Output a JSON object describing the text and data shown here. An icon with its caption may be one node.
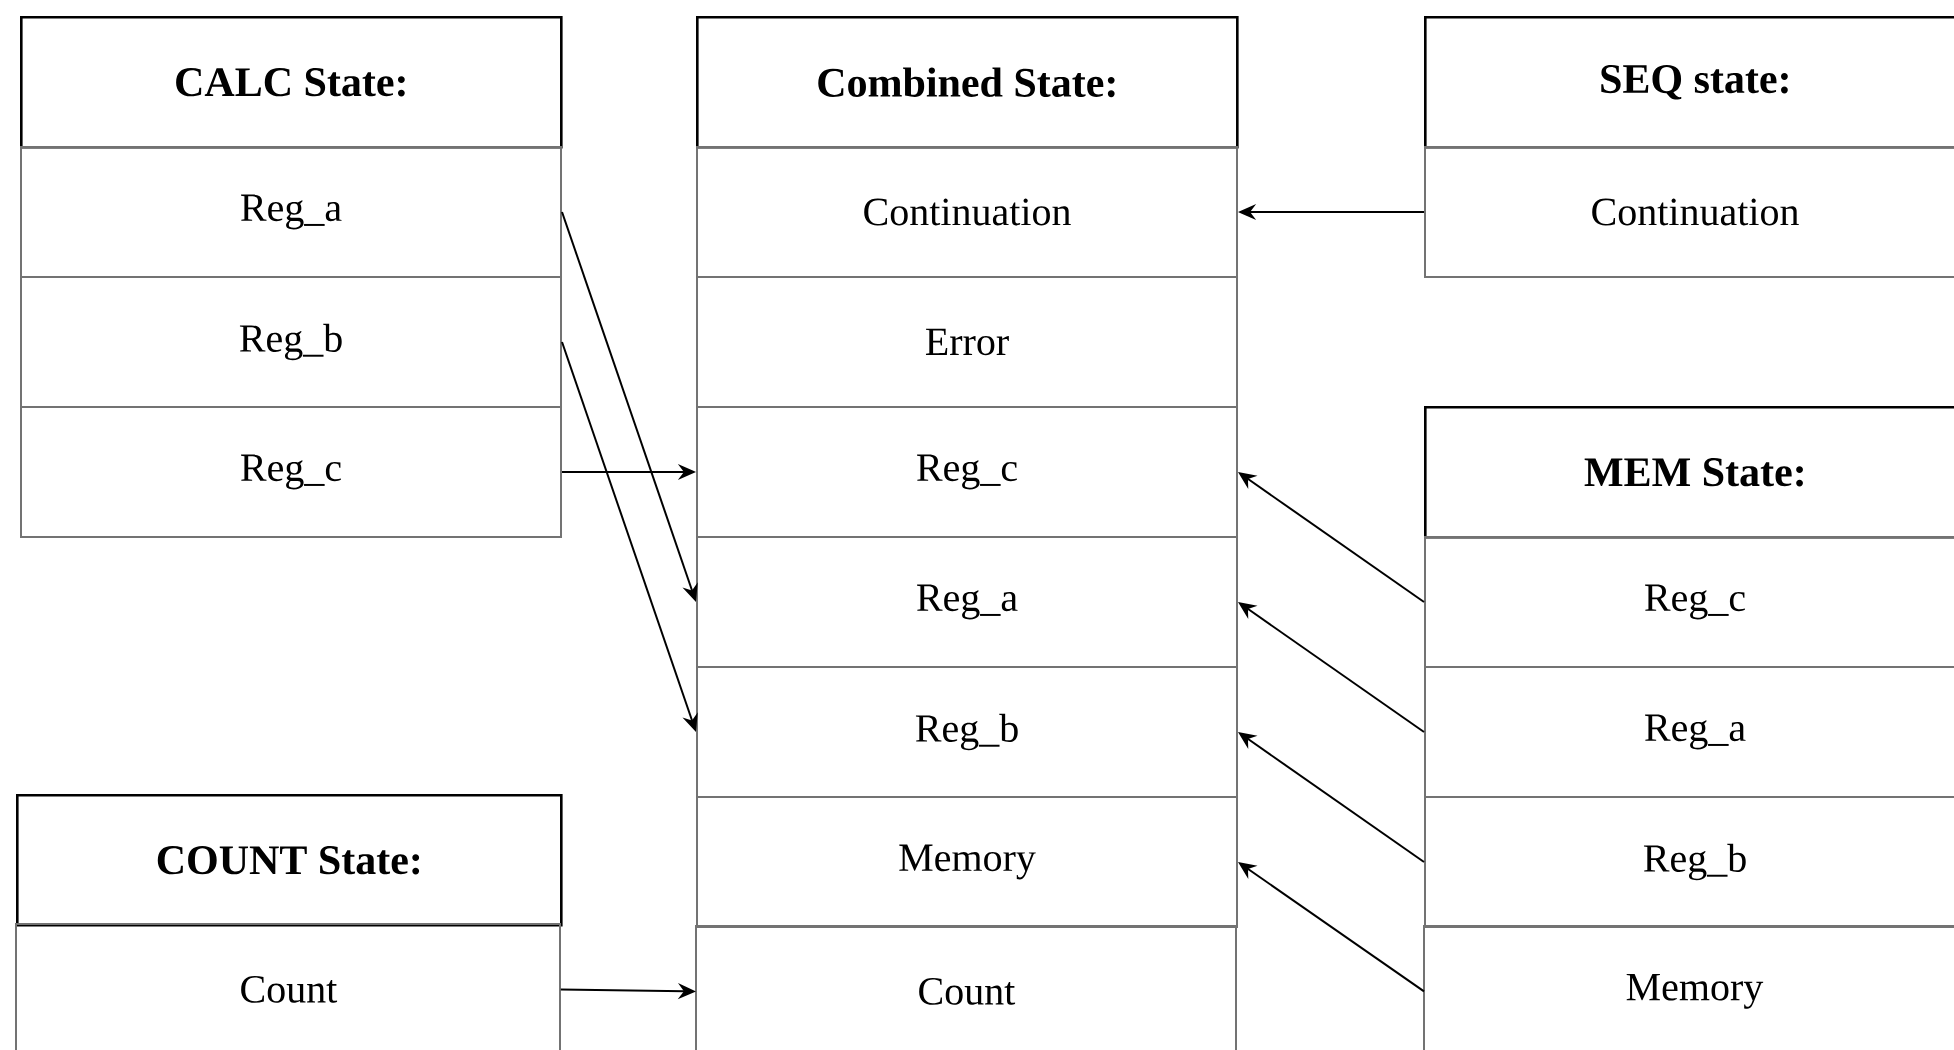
{
  "diagram": {
    "nodes": [
      {
        "text": [
          "CALC State:"
        ]
      },
      {
        "text": [
          "Reg_a"
        ]
      },
      {
        "text": [
          "Reg_b"
        ]
      },
      {
        "text": [
          "Reg_c"
        ]
      },
      {
        "text": [
          "Combined State:"
        ]
      },
      {
        "text": [
          "Continuation"
        ]
      },
      {
        "text": [
          "Error"
        ]
      },
      {
        "text": [
          "Reg_c"
        ]
      },
      {
        "text": [
          "Reg_a"
        ]
      },
      {
        "text": [
          "Reg_b"
        ]
      },
      {
        "text": [
          "Memory"
        ]
      },
      {
        "text": [
          "Count"
        ]
      },
      {
        "text": [
          "SEQ state:"
        ]
      },
      {
        "text": [
          "Continuation"
        ]
      },
      {
        "text": [
          "MEM State:"
        ]
      },
      {
        "text": [
          "Reg_c"
        ]
      },
      {
        "text": [
          "Reg_a"
        ]
      },
      {
        "text": [
          "Reg_b"
        ]
      },
      {
        "text": [
          "Memory"
        ]
      },
      {
        "text": [
          "COUNT State:"
        ]
      },
      {
        "text": [
          "Count"
        ]
      }
    ],
    "edges": [
      {
        "from": 1,
        "to": 8,
        "arrow": "to"
      },
      {
        "from": 2,
        "to": 9,
        "arrow": "to"
      },
      {
        "from": 3,
        "to": 7,
        "arrow": "to"
      },
      {
        "from": 13,
        "to": 5,
        "arrow": "to"
      },
      {
        "from": 15,
        "to": 7,
        "arrow": "to"
      },
      {
        "from": 16,
        "to": 8,
        "arrow": "to"
      },
      {
        "from": 17,
        "to": 9,
        "arrow": "to"
      },
      {
        "from": 18,
        "to": 10,
        "arrow": "to"
      },
      {
        "from": 20,
        "to": 11,
        "arrow": "to"
      }
    ]
  }
}
